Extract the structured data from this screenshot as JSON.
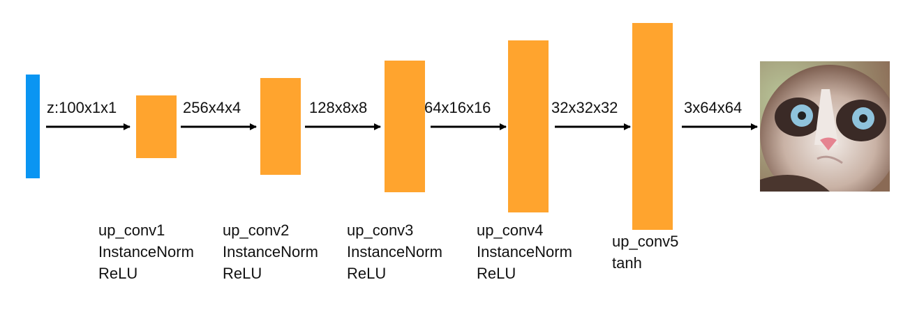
{
  "input": {
    "label": "z:100x1x1",
    "color": "#0a95f2"
  },
  "block_color": "#ffa42e",
  "edges": [
    "z:100x1x1",
    "256x4x4",
    "128x8x8",
    "64x16x16",
    "32x32x32",
    "3x64x64"
  ],
  "layers": [
    {
      "name": "up_conv1",
      "lines": [
        "up_conv1",
        "InstanceNorm",
        "ReLU"
      ]
    },
    {
      "name": "up_conv2",
      "lines": [
        "up_conv2",
        "InstanceNorm",
        "ReLU"
      ]
    },
    {
      "name": "up_conv3",
      "lines": [
        "up_conv3",
        "InstanceNorm",
        "ReLU"
      ]
    },
    {
      "name": "up_conv4",
      "lines": [
        "up_conv4",
        "InstanceNorm",
        "ReLU"
      ]
    },
    {
      "name": "up_conv5",
      "lines": [
        "up_conv5",
        "tanh"
      ]
    }
  ],
  "output": {
    "icon": "grumpy-cat-image"
  }
}
